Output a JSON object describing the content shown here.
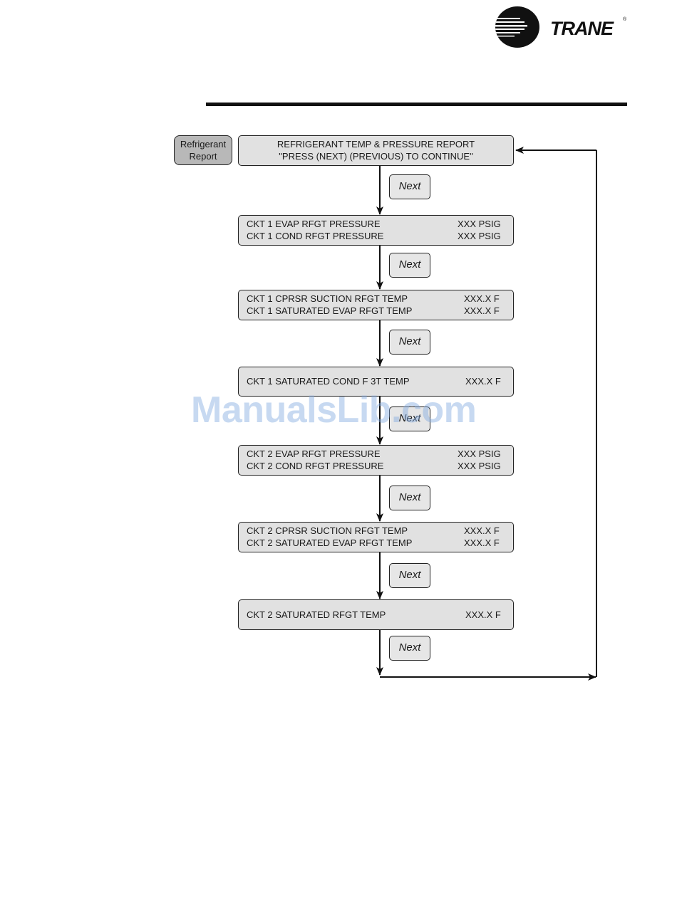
{
  "brand": {
    "name": "TRANE",
    "reg_mark": "®"
  },
  "menu_key": {
    "line1": "Refrigerant",
    "line2": "Report"
  },
  "header_screen": {
    "line1": "REFRIGERANT TEMP & PRESSURE REPORT",
    "line2": "\"PRESS (NEXT) (PREVIOUS) TO CONTINUE\""
  },
  "screens": [
    {
      "rows": [
        {
          "label": "CKT 1 EVAP RFGT PRESSURE",
          "value": "XXX PSIG"
        },
        {
          "label": "CKT 1 COND RFGT PRESSURE",
          "value": "XXX PSIG"
        }
      ]
    },
    {
      "rows": [
        {
          "label": "CKT 1 CPRSR SUCTION RFGT TEMP",
          "value": "XXX.X F"
        },
        {
          "label": "CKT 1 SATURATED EVAP RFGT TEMP",
          "value": "XXX.X F"
        }
      ]
    },
    {
      "rows": [
        {
          "label": "CKT 1 SATURATED COND F 3T TEMP",
          "value": "XXX.X F"
        }
      ]
    },
    {
      "rows": [
        {
          "label": "CKT 2 EVAP RFGT PRESSURE",
          "value": "XXX PSIG"
        },
        {
          "label": "CKT 2 COND RFGT PRESSURE",
          "value": "XXX PSIG"
        }
      ]
    },
    {
      "rows": [
        {
          "label": "CKT 2 CPRSR SUCTION RFGT TEMP",
          "value": "XXX.X F"
        },
        {
          "label": "CKT 2 SATURATED EVAP RFGT TEMP",
          "value": "XXX.X F"
        }
      ]
    },
    {
      "rows": [
        {
          "label": "CKT 2 SATURATED RFGT TEMP",
          "value": "XXX.X F"
        }
      ]
    }
  ],
  "next_buttons": [
    "Next",
    "Next",
    "Next",
    "Next",
    "Next",
    "Next",
    "Next"
  ],
  "watermark": "ManualsLib.com"
}
